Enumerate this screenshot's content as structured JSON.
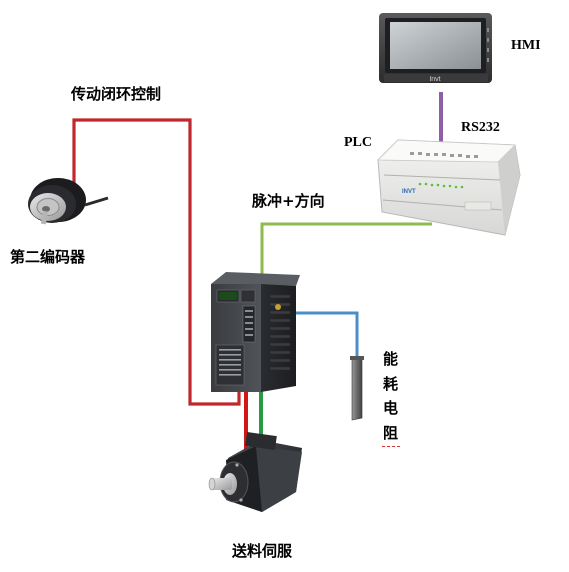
{
  "labels": {
    "hmi": "HMI",
    "rs232": "RS232",
    "plc": "PLC",
    "closed_loop": "传动闭环控制",
    "pulse_direction": "脉冲+方向",
    "second_encoder": "第二编码器",
    "feed_servo": "送料伺服",
    "braking_resistor": "能耗电阻"
  },
  "devices": {
    "hmi_brand": "Invt",
    "plc_brand": "INVT"
  },
  "colors": {
    "closed_loop_wire": "#c0282c",
    "pulse_wire": "#8cbc4e",
    "rs232_wire": "#8e5fa8",
    "resistor_wire": "#4a8fc8",
    "motor_power_red": "#d01818",
    "motor_power_green": "#2a9a40"
  }
}
